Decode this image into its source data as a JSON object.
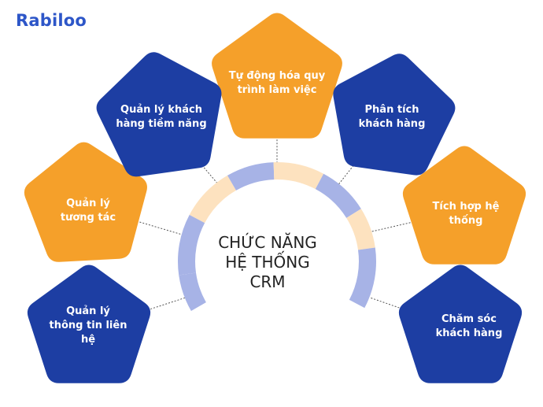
{
  "brand": {
    "logo_text": "Rabiloo",
    "logo_color": "#2d56c8"
  },
  "center": {
    "title_lines": [
      "CHỨC NĂNG",
      "HỆ THỐNG",
      "CRM"
    ]
  },
  "colors": {
    "blue": "#1d3ea3",
    "orange": "#f5a02a",
    "ring_light": "#fde2bf",
    "ring_blue": "#a7b3e6",
    "text_dark": "#222222"
  },
  "features": [
    {
      "id": "tu-dong-hoa",
      "lines": [
        "Tự động hóa quy",
        "trình làm việc"
      ],
      "color": "orange"
    },
    {
      "id": "phan-tich",
      "lines": [
        "Phân tích",
        "khách hàng"
      ],
      "color": "blue"
    },
    {
      "id": "tich-hop",
      "lines": [
        "Tích hợp  hệ",
        "thống"
      ],
      "color": "orange"
    },
    {
      "id": "cham-soc",
      "lines": [
        "Chăm sóc",
        "khách hàng"
      ],
      "color": "blue"
    },
    {
      "id": "quan-ly-thong-tin",
      "lines": [
        "Quản lý",
        "thông tin liên",
        "hệ"
      ],
      "color": "blue"
    },
    {
      "id": "quan-ly-tuong-tac",
      "lines": [
        "Quản lý",
        "tương tác"
      ],
      "color": "orange"
    },
    {
      "id": "quan-ly-khach-hang-tiem-nang",
      "lines": [
        "Quản lý khách",
        "hàng tiềm năng"
      ],
      "color": "blue"
    }
  ]
}
